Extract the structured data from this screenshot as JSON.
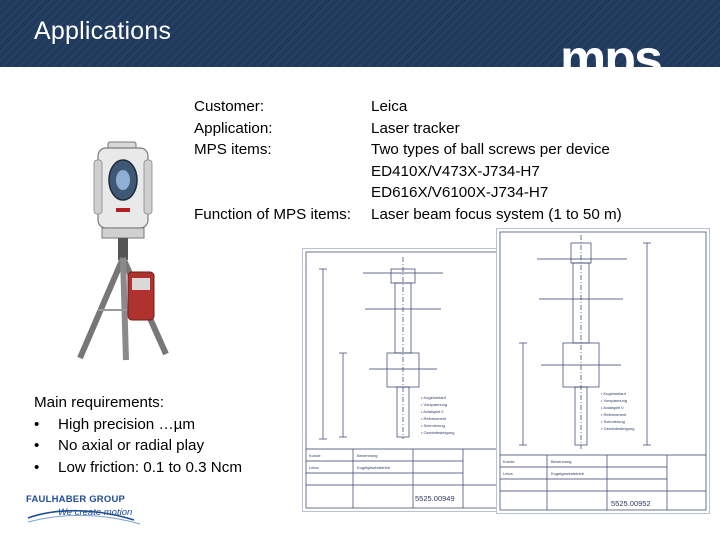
{
  "header": {
    "title": "Applications"
  },
  "logo": {
    "text": "mps",
    "color": "#ffffff"
  },
  "info": {
    "rows": [
      {
        "label": "Customer:",
        "value": "Leica"
      },
      {
        "label": "Application:",
        "value": "Laser tracker"
      },
      {
        "label": "MPS items:",
        "value": "Two types of ball screws per device"
      },
      {
        "label": "",
        "value": "ED410X/V473X-J734-H7"
      },
      {
        "label": "",
        "value": "ED616X/V6100X-J734-H7"
      },
      {
        "label": "Function of MPS items:",
        "value": "Laser beam focus system (1 to 50 m)"
      }
    ]
  },
  "requirements": {
    "heading": "Main requirements:",
    "items": [
      "High precision …µm",
      "No axial or radial play",
      "Low friction: 0.1 to 0.3 Ncm"
    ]
  },
  "drawings": {
    "left_drawing_number": "5525.00949",
    "right_drawing_number": "5525.00952"
  },
  "footer": {
    "company": "FAULHABER GROUP",
    "tagline": "We create motion"
  },
  "colors": {
    "header_bg": "#1f3a5c",
    "faulhaber_blue": "#1f4e96",
    "drawing_line": "#2d3b66"
  }
}
